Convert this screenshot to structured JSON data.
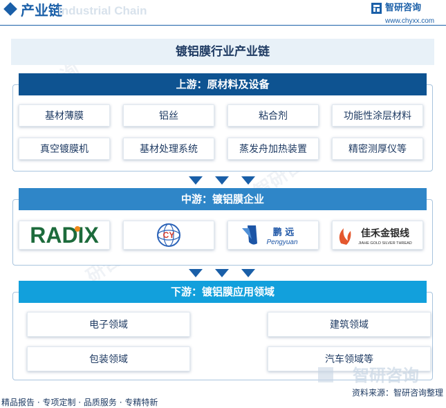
{
  "header": {
    "title": "产业链",
    "watermark_text": "Industrial Chain",
    "brand_name": "智研咨询",
    "brand_url": "www.chyxx.com"
  },
  "main_title": "镀铝膜行业产业链",
  "upstream": {
    "title": "上游：原材料及设备",
    "items": [
      "基材薄膜",
      "铝丝",
      "粘合剂",
      "功能性涂层材料",
      "真空镀膜机",
      "基材处理系统",
      "蒸发舟加热装置",
      "精密测厚仪等"
    ]
  },
  "midstream": {
    "title": "中游：镀铝膜企业",
    "logos": [
      {
        "name": "radix-logo",
        "text": "RADIX",
        "color": "#1d6b3c",
        "accent": "#f08a1c"
      },
      {
        "name": "cy-logo",
        "text": "CY",
        "color": "#2b63b8",
        "accent": "#d33a2c"
      },
      {
        "name": "pengyuan-logo",
        "text_cn": "鹏 远",
        "text_en": "Pengyuan",
        "color": "#1c55a6"
      },
      {
        "name": "jiahe-logo",
        "text_cn": "佳禾金银线",
        "text_en": "JIAHE GOLD SILVER THREAD",
        "color": "#2a2a2a",
        "accent": "#e4572e"
      }
    ]
  },
  "downstream": {
    "title": "下游：镀铝膜应用领域",
    "items": [
      "电子领域",
      "建筑领域",
      "包装领域",
      "汽车领域等"
    ]
  },
  "footer": {
    "source": "资料来源：智研咨询整理",
    "links": "精品报告 · 专项定制 · 品质服务 · 专精特新",
    "bottom_brand": "智研咨询"
  },
  "colors": {
    "upstream_header": "#0e5391",
    "midstream_header": "#2f86c8",
    "downstream_header": "#12a0dc",
    "arrow": "#1a5fa8"
  }
}
